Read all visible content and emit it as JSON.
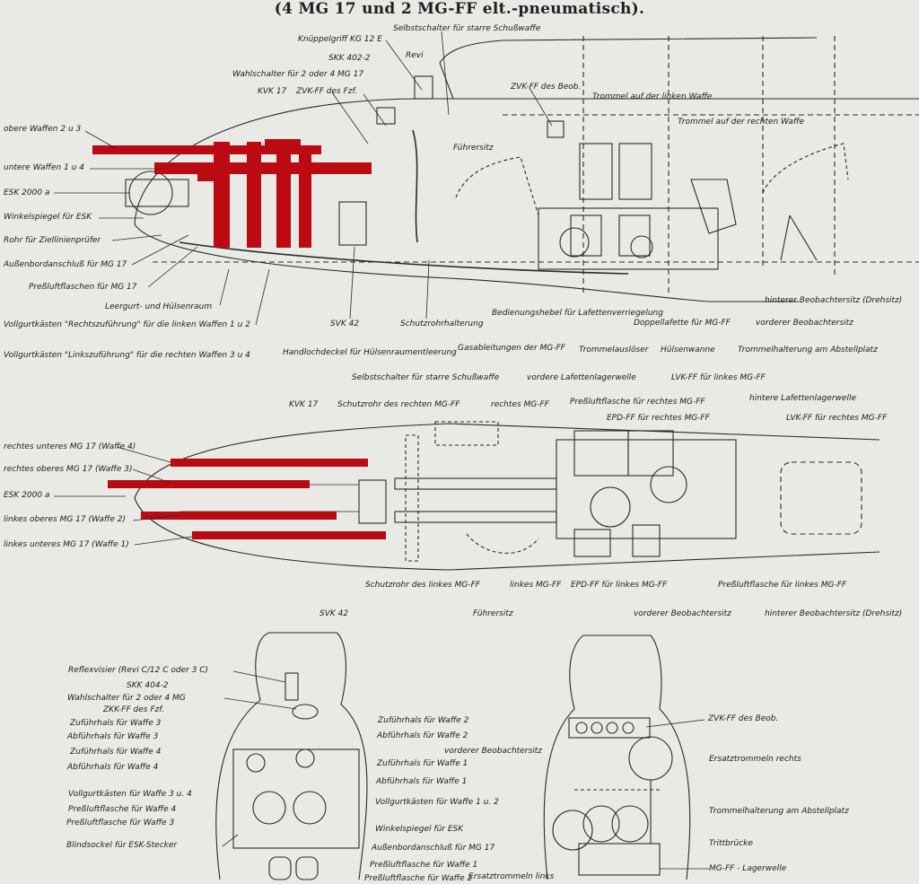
{
  "title": "(4 MG 17 und 2 MG-FF elt.-pneumatisch).",
  "colors": {
    "paper": "#e9e9e6",
    "ink": "#2a2a2a",
    "highlight": "#bb0a12"
  },
  "labels": {
    "side_view": [
      "obere Waffen 2 u 3",
      "untere Waffen 1 u 4",
      "ESK 2000 a",
      "Winkelspiegel für ESK",
      "Rohr für Ziellinienprüfer",
      "Außenbordanschluß für MG 17",
      "Preßluftflaschen für MG 17",
      "Leergurt- und Hülsenraum",
      "Vollgurtkästen \"Rechtszuführung\" für die linken Waffen 1 u 2",
      "Vollgurtkästen \"Linkszuführung\" für die rechten Waffen 3 u 4",
      "Knüppelgriff KG 12 E",
      "Selbstschalter für starre Schußwaffe",
      "Revi",
      "SKK 402-2",
      "Wahlschalter für 2 oder 4 MG 17",
      "KVK 17",
      "ZVK-FF des Fzf.",
      "ZVK-FF des Beob.",
      "Trommel auf der linken Waffe",
      "Trommel auf der rechten Waffe",
      "Führersitz",
      "SVK 42",
      "Schutzrohrhalterung",
      "Handlochdeckel für Hülsenraumentleerung",
      "Bedienungshebel für Lafettenverriegelung",
      "Gasableitungen der MG-FF",
      "Trommelauslöser",
      "Doppellafette für MG-FF",
      "Hülsenwanne",
      "Trommelhalterung am Abstellplatz",
      "vorderer Beobachtersitz",
      "hinterer Beobachtersitz (Drehsitz)"
    ],
    "plan_view": [
      "Selbstschalter für starre Schußwaffe",
      "vordere Lafettenlagerwelle",
      "LVK-FF für linkes MG-FF",
      "KVK 17",
      "Schutzrohr des rechten MG-FF",
      "rechtes MG-FF",
      "Preßluftflasche für rechtes MG-FF",
      "hintere Lafettenlagerwelle",
      "EPD-FF für rechtes MG-FF",
      "LVK-FF für rechtes MG-FF",
      "rechtes unteres MG 17 (Waffe 4)",
      "rechtes oberes MG 17 (Waffe 3)",
      "ESK 2000 a",
      "linkes oberes MG 17 (Waffe 2)",
      "linkes unteres MG 17 (Waffe 1)",
      "Schutzrohr des linkes MG-FF",
      "linkes MG-FF",
      "EPD-FF für linkes MG-FF",
      "Preßluftflasche für linkes MG-FF",
      "SVK 42",
      "Führersitz",
      "vorderer Beobachtersitz",
      "hinterer Beobachtersitz (Drehsitz)"
    ],
    "front_section": [
      "Reflexvisier (Revi C/12 C oder 3 C)",
      "SKK 404-2",
      "Wahlschalter für 2 oder 4 MG",
      "ZKK-FF des Fzf.",
      "Zuführhals für Waffe 3",
      "Abführhals für Waffe 3",
      "Zuführhals für Waffe 4",
      "Abführhals für Waffe 4",
      "Vollgurtkästen für Waffe 3 u. 4",
      "Preßluftflasche für Waffe 4",
      "Preßluftflasche für Waffe 3",
      "Blindsockel für ESK-Stecker",
      "Zuführhals für Waffe 2",
      "Abführhals für Waffe 2",
      "Zuführhals für Waffe 1",
      "Abführhals für Waffe 1",
      "Vollgurtkästen für Waffe 1 u. 2",
      "Winkelspiegel für ESK",
      "Außenbordanschluß für MG 17",
      "Preßluftflasche für Waffe 1",
      "Preßluftflasche für Waffe 2"
    ],
    "rear_section": [
      "ZVK-FF des Beob.",
      "vorderer Beobachtersitz",
      "Ersatztrommeln rechts",
      "Trommelhalterung am Abstellplatz",
      "Trittbrücke",
      "MG-FF - Lagerwelle",
      "Ersatztrommeln links"
    ]
  }
}
